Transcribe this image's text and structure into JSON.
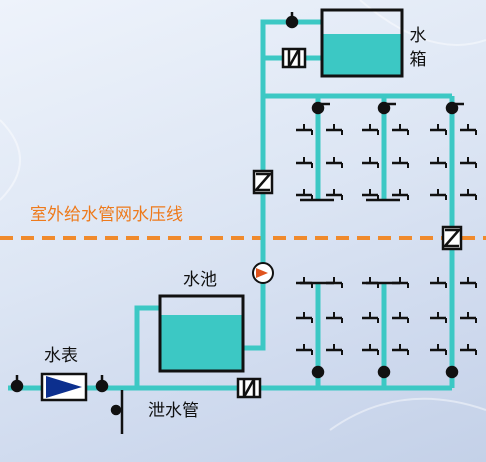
{
  "labels": {
    "water_tank": "水\n箱",
    "outdoor_pressure_line": "室外给水管网水压线",
    "water_pool": "水池",
    "water_meter": "水表",
    "drain_pipe": "泄水管"
  },
  "colors": {
    "pipe": "#3cc8c4",
    "outline": "#111111",
    "pressure_line": "#f08a2c",
    "meter_fill": "#0c2f8e",
    "pump_fill": "#e0541e"
  }
}
